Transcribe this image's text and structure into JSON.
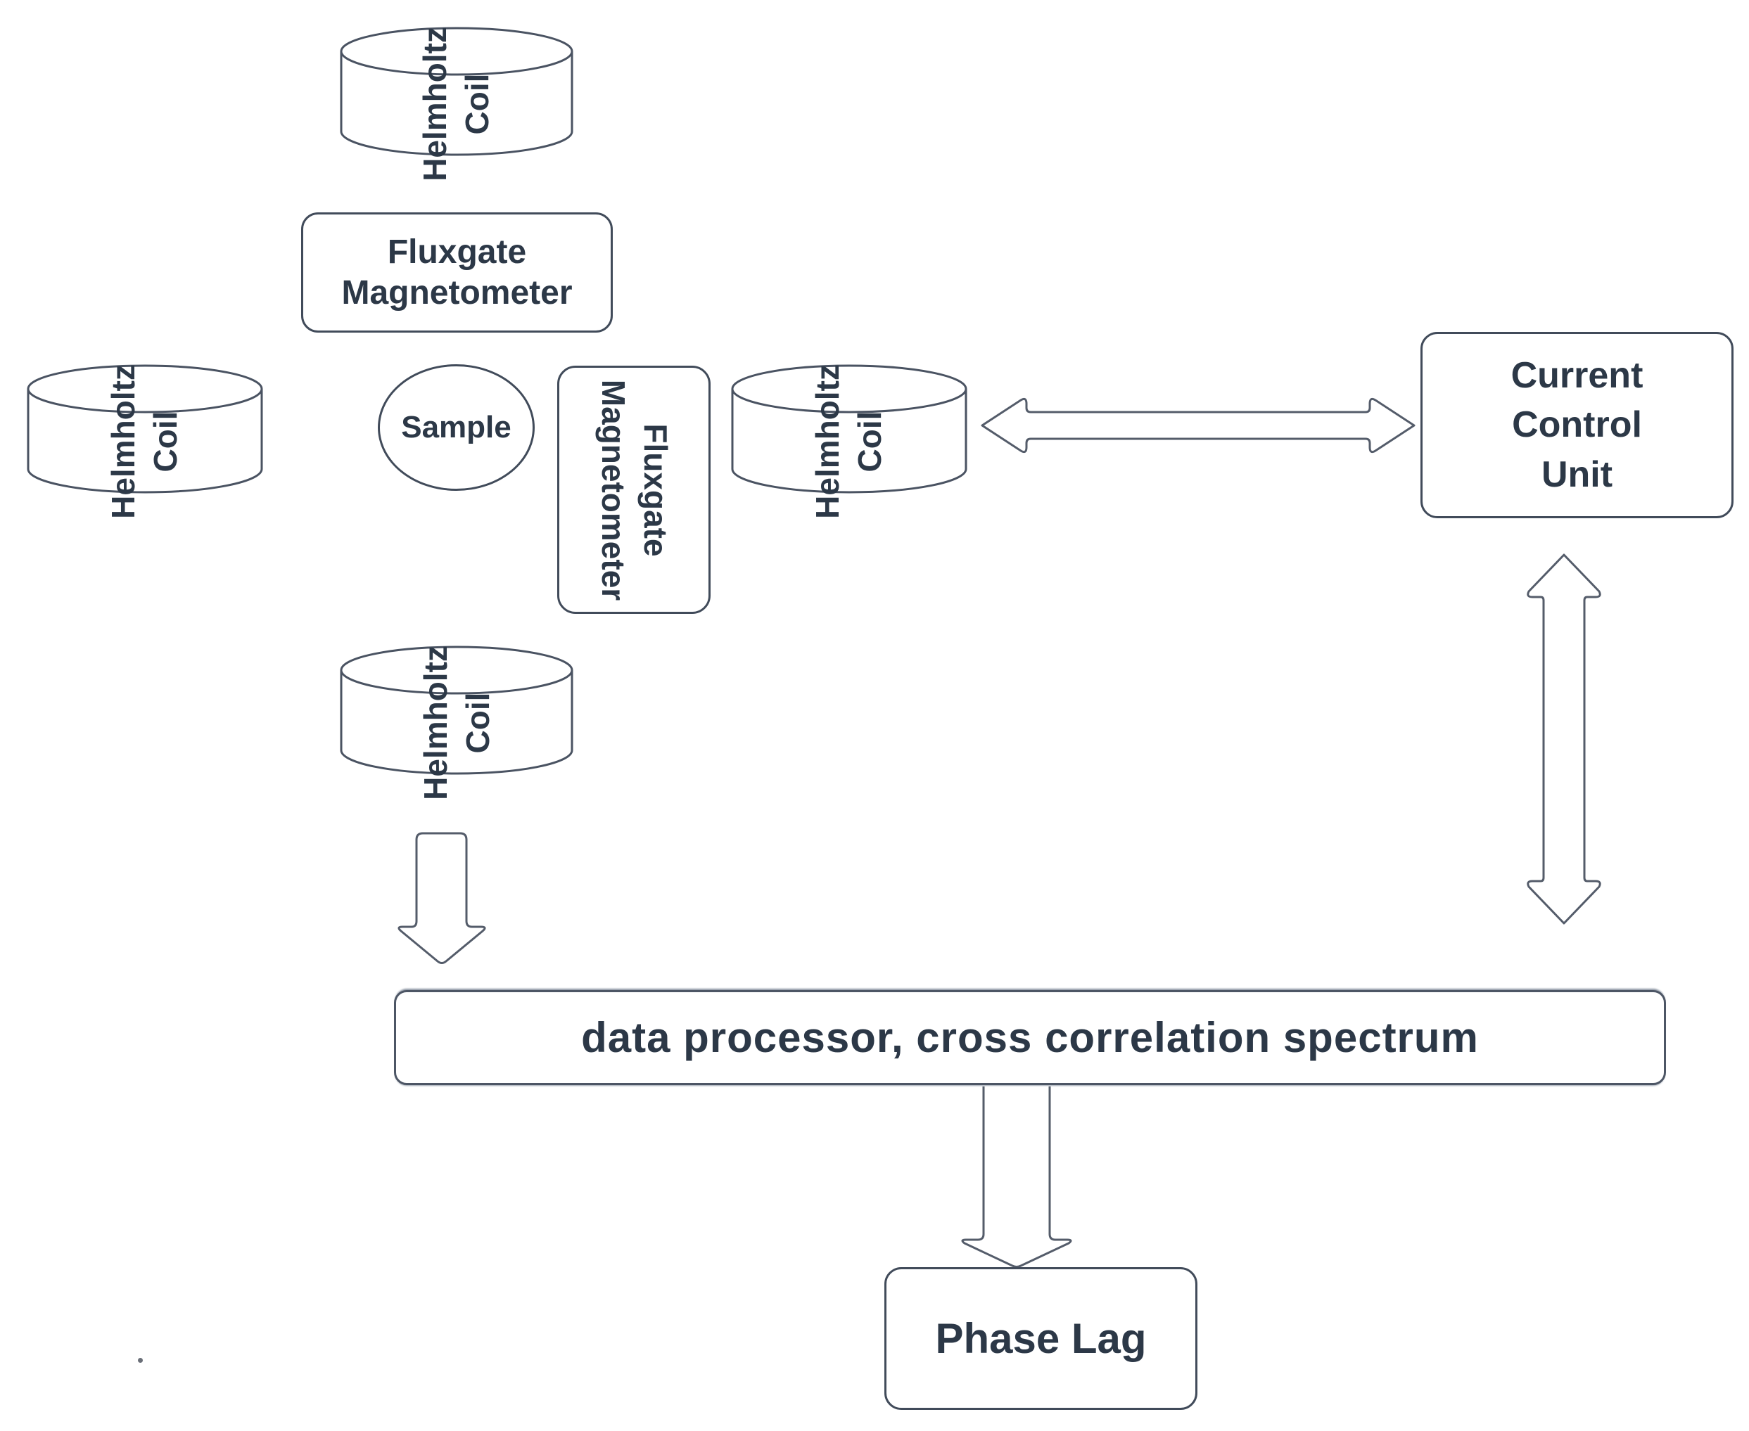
{
  "diagram_type": "experimental-setup-flowchart",
  "colors": {
    "background": "#ffffff",
    "text": "#2c3847",
    "outline": "#4a5362"
  },
  "nodes": {
    "coil_top": {
      "label": "Helmholtz\nCoil",
      "shape": "cylinder"
    },
    "coil_left": {
      "label": "Helmholtz\nCoil",
      "shape": "cylinder"
    },
    "coil_right": {
      "label": "Helmholtz\nCoil",
      "shape": "cylinder"
    },
    "coil_bottom": {
      "label": "Helmholtz\nCoil",
      "shape": "cylinder"
    },
    "fluxgate_top": {
      "label": "Fluxgate\nMagnetometer",
      "shape": "rounded-rect"
    },
    "fluxgate_side": {
      "label": "Fluxgate\nMagnetometer",
      "shape": "rounded-rect-vertical-text"
    },
    "sample": {
      "label": "Sample",
      "shape": "ellipse"
    },
    "current_control_unit": {
      "label": "Current\nControl\nUnit",
      "shape": "rounded-rect"
    },
    "data_processor": {
      "label": "data processor, cross correlation spectrum",
      "shape": "rounded-rect"
    },
    "phase_lag": {
      "label": "Phase Lag",
      "shape": "rounded-rect"
    }
  },
  "connections": [
    {
      "from": "coil_right",
      "to": "current_control_unit",
      "type": "double-headed-arrow",
      "orientation": "horizontal"
    },
    {
      "from": "current_control_unit",
      "to": "data_processor",
      "type": "double-headed-arrow",
      "orientation": "vertical"
    },
    {
      "from": "coil_bottom",
      "to": "data_processor",
      "type": "arrow-down"
    },
    {
      "from": "data_processor",
      "to": "phase_lag",
      "type": "arrow-down"
    }
  ]
}
